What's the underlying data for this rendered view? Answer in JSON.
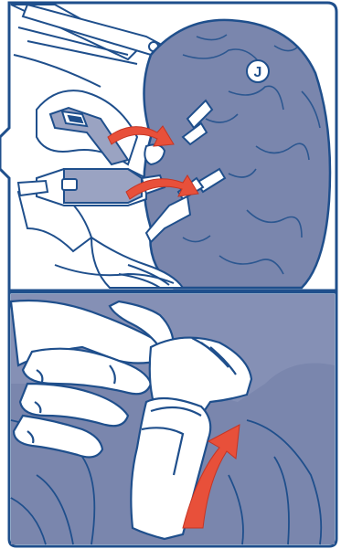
{
  "figure": {
    "callout_label": "J",
    "colors": {
      "outline": "#1f4f8c",
      "fabric_fill": "#7a86ad",
      "fabric_dark": "#5d6a95",
      "background": "#ffffff",
      "arrow_red": "#e8503a",
      "arrow_red_dark": "#c53524",
      "strap_fill": "#9aa3c2"
    },
    "panels": [
      {
        "name": "top-panel",
        "description_icon": "car-seat-harness-icon"
      },
      {
        "name": "bottom-panel",
        "description_icon": "hand-pull-strap-icon"
      }
    ]
  }
}
